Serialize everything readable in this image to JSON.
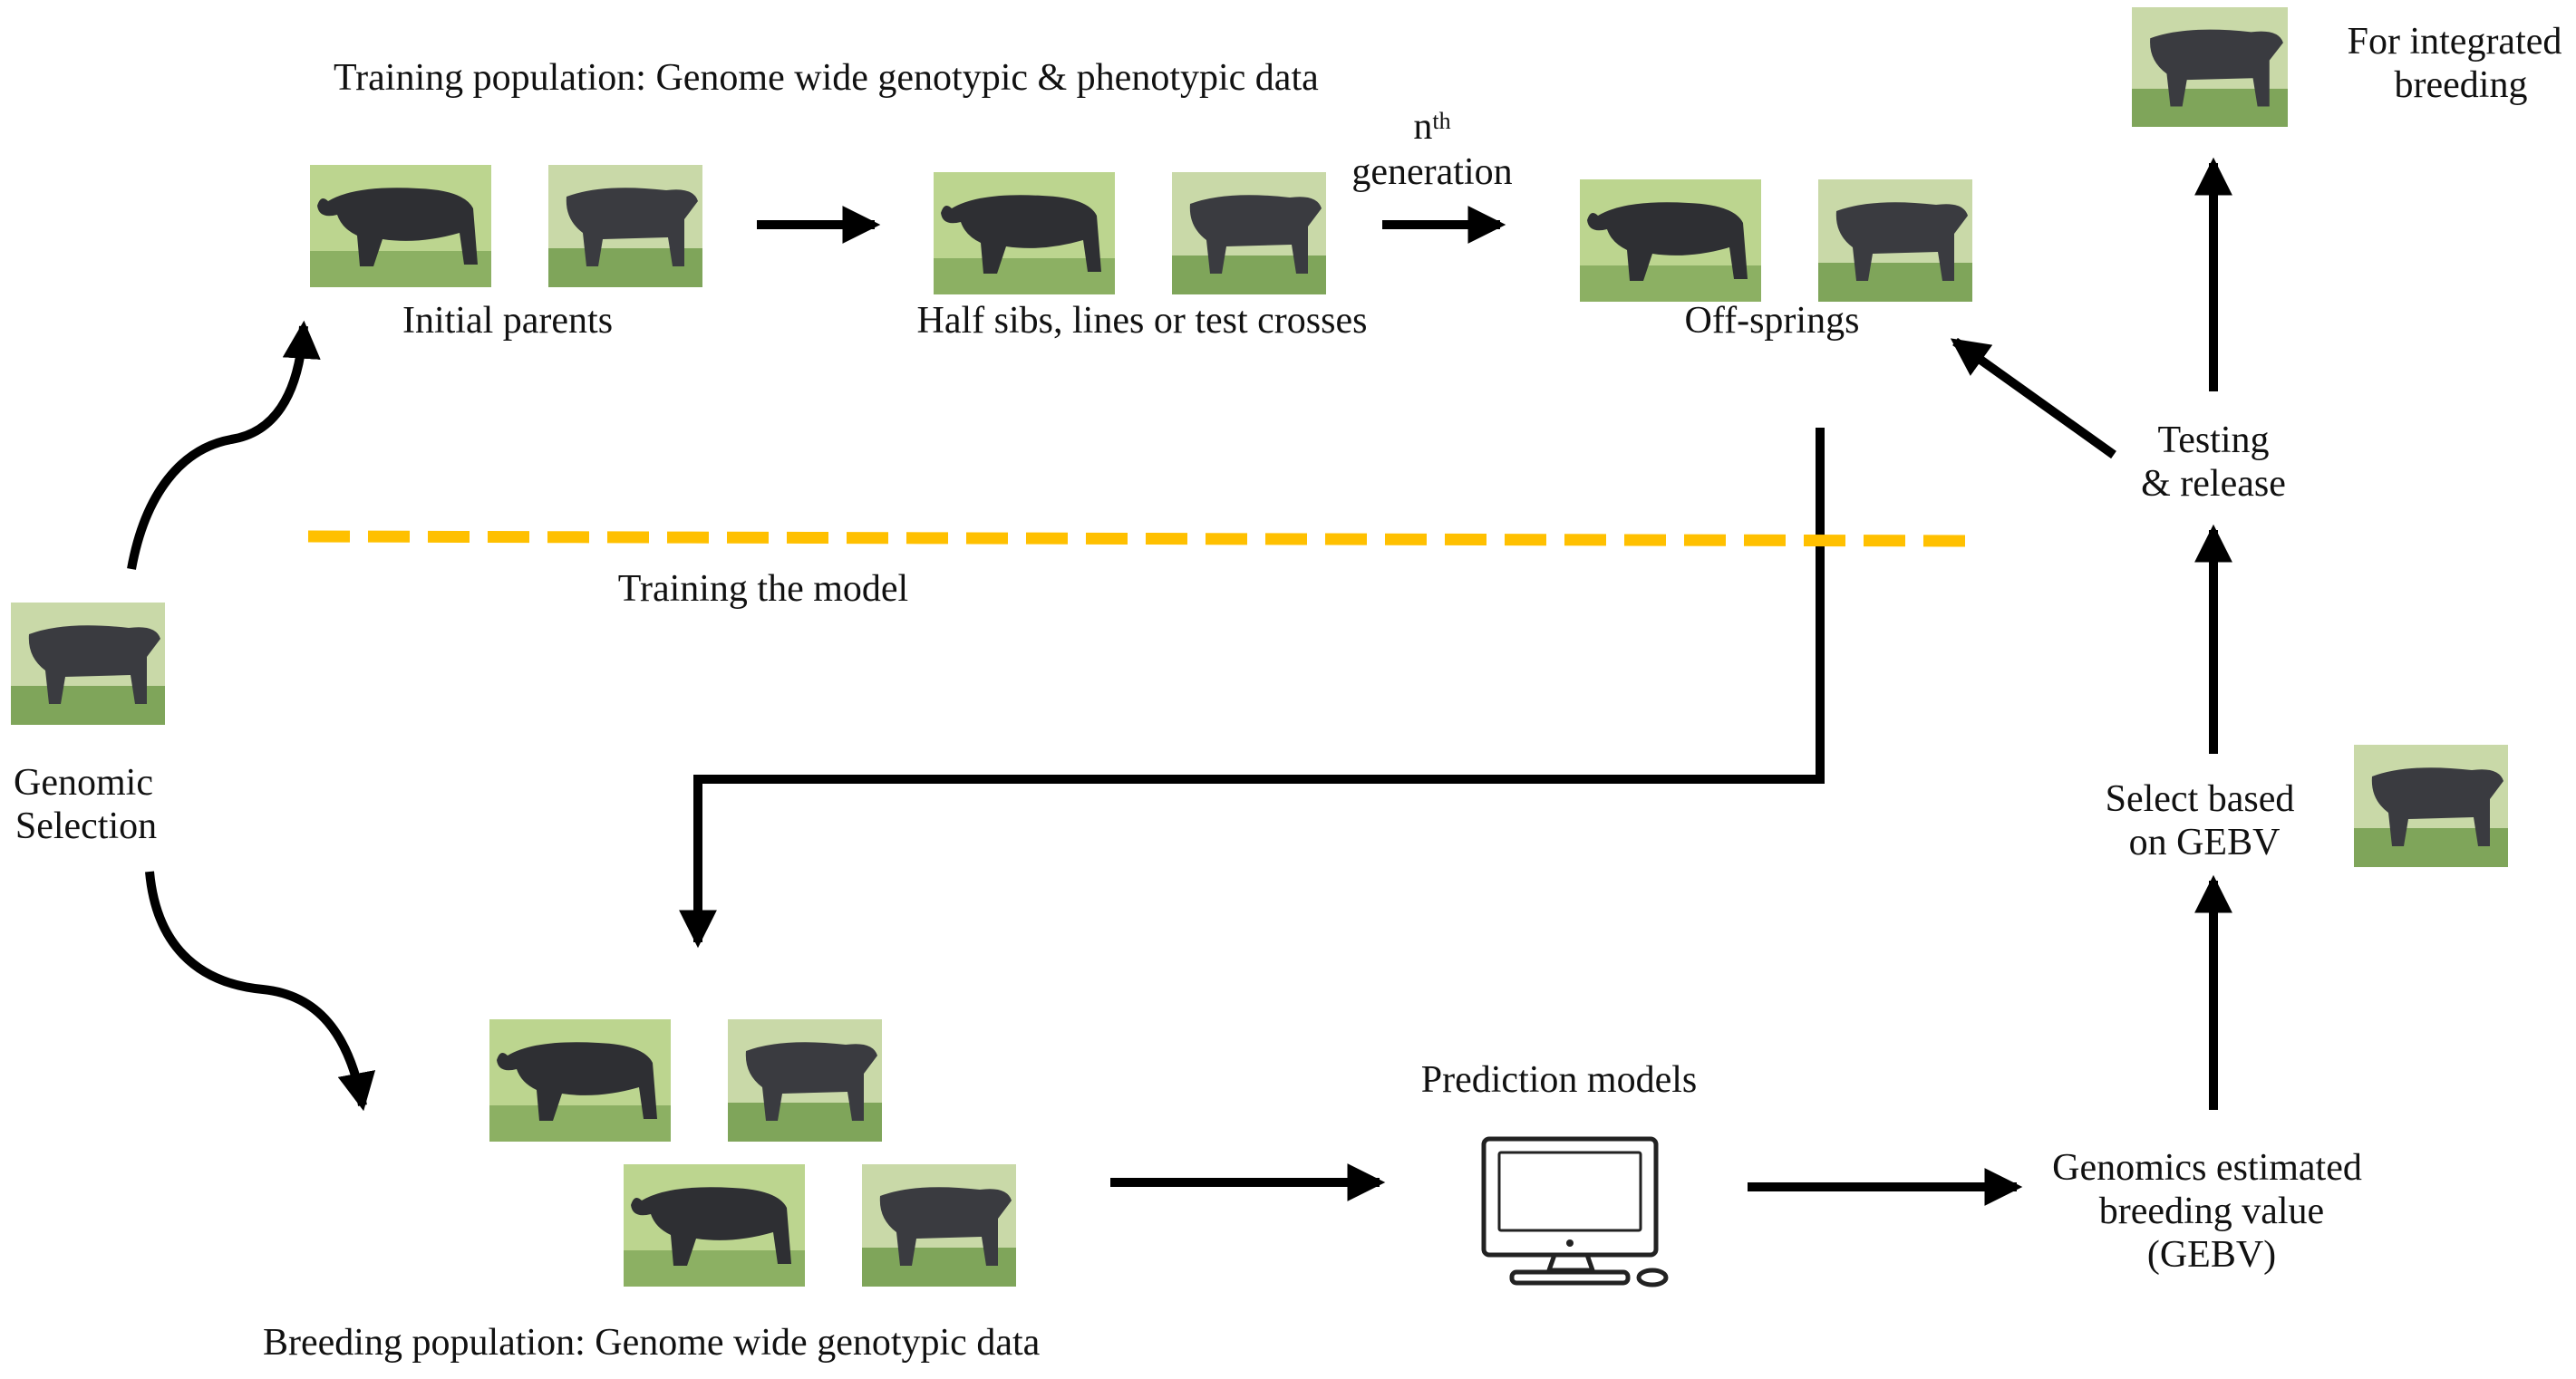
{
  "labels": {
    "training_population": "Training population: Genome wide genotypic & phenotypic data",
    "initial_parents": "Initial parents",
    "half_sibs": "Half sibs, lines or test crosses",
    "nth_n": "n",
    "nth_sup": "th",
    "nth_generation": "generation",
    "offsprings": "Off-springs",
    "for_integrated_line1": "For integrated",
    "for_integrated_line2": "breeding",
    "testing_line1": "Testing",
    "testing_line2": "& release",
    "training_model": "Training the model",
    "genomic_line1": "Genomic",
    "genomic_line2": "Selection",
    "select_line1": "Select based",
    "select_line2": "on GEBV",
    "prediction_models": "Prediction models",
    "gebv_line1": "Genomics estimated",
    "gebv_line2": "breeding value",
    "gebv_line3": "(GEBV)",
    "breeding_population": "Breeding population: Genome wide genotypic data"
  },
  "icons": {
    "cattle": "cattle-photo-icon",
    "computer": "desktop-computer-icon"
  },
  "colors": {
    "arrow": "#000000",
    "dashed_line": "#FFC000",
    "cattle_body": "#2e2f33",
    "pasture": "#8cb063"
  }
}
